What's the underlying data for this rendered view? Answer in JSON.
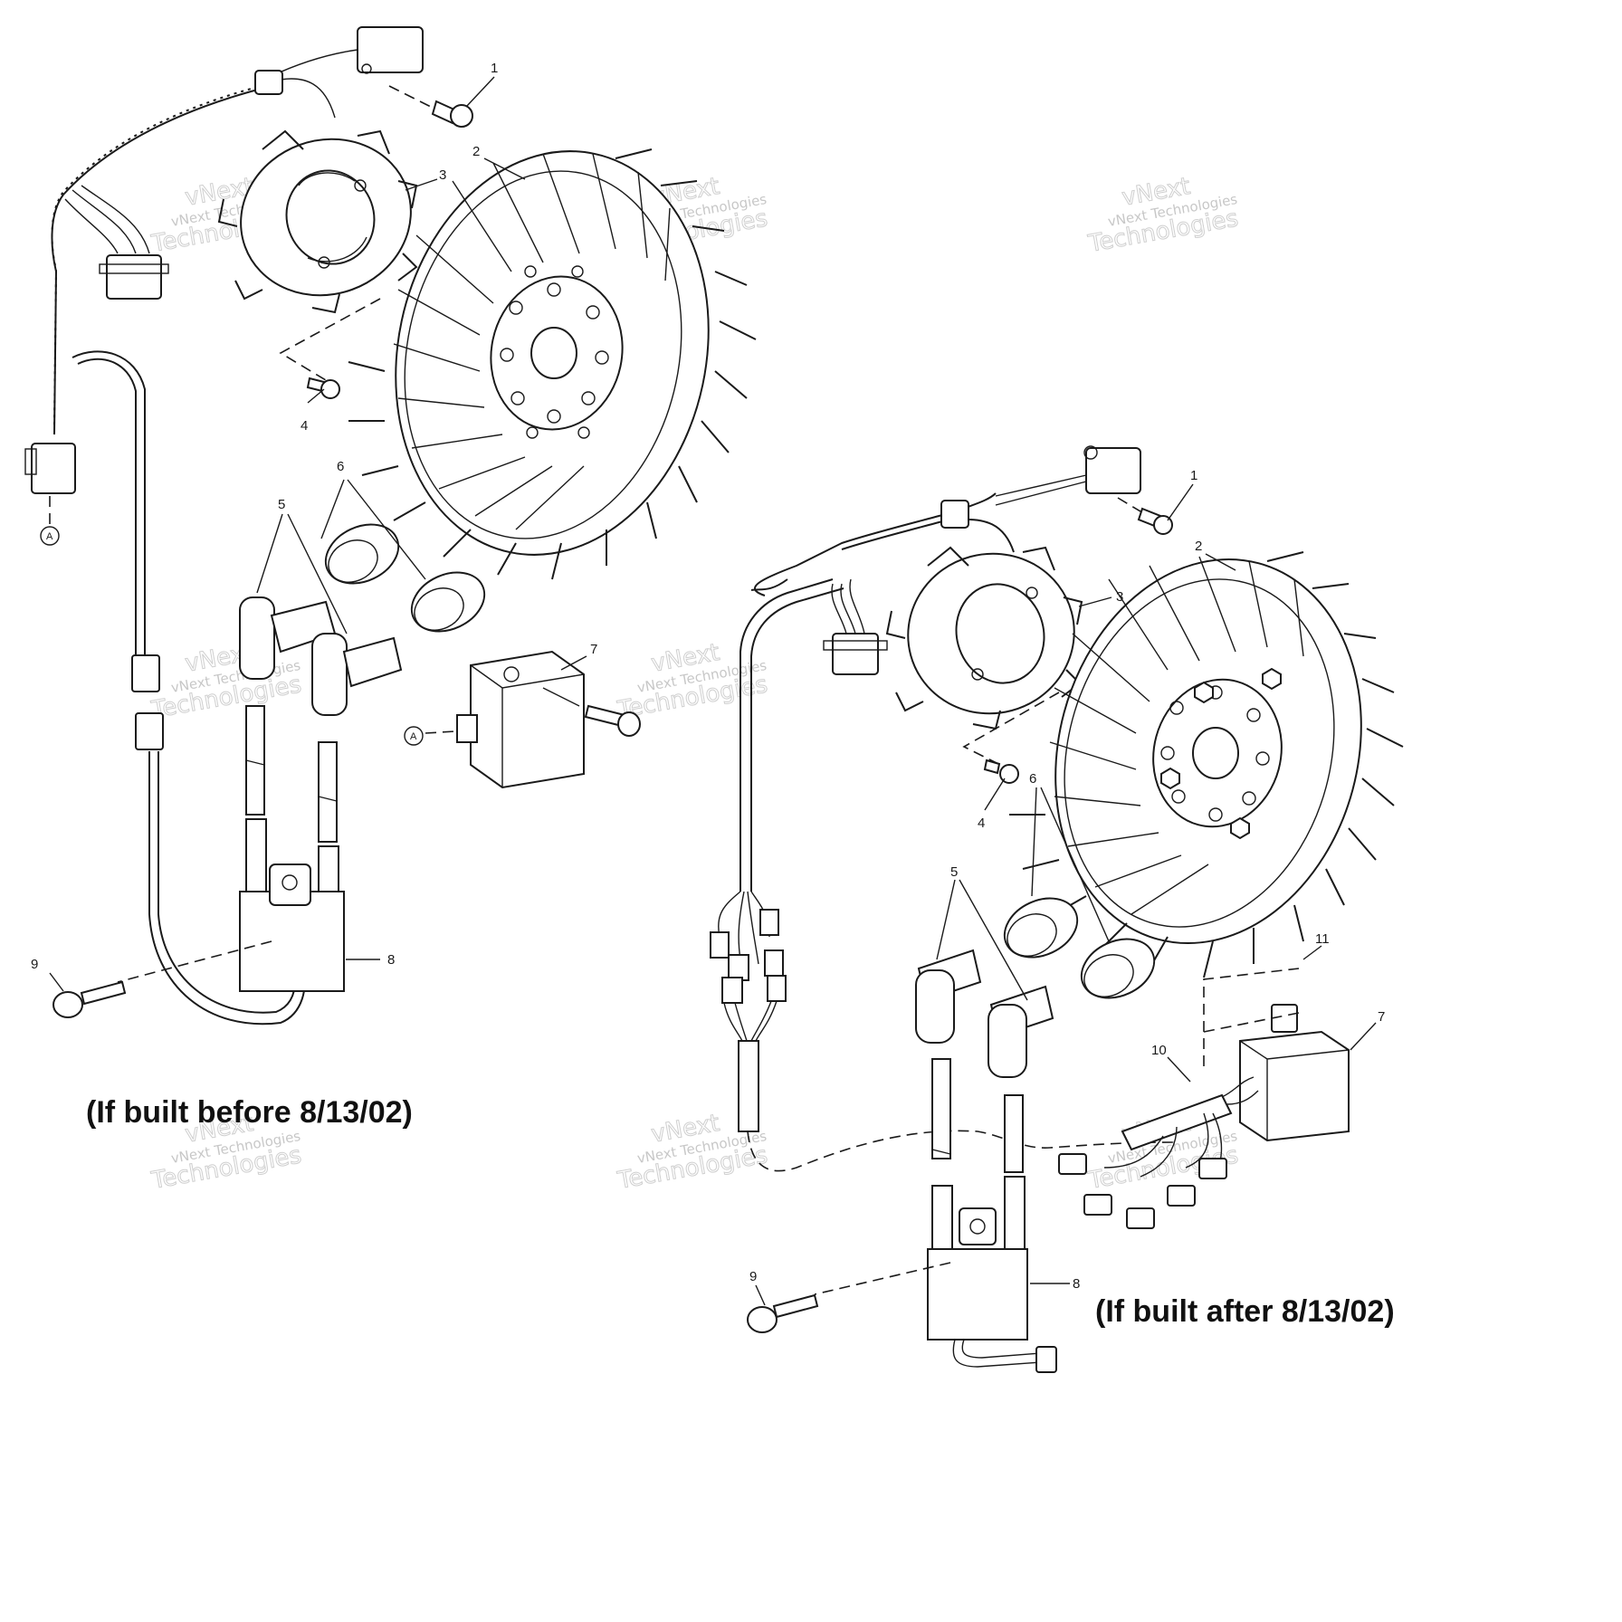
{
  "captions": {
    "before": "(If built before 8/13/02)",
    "after": "(If built after 8/13/02)"
  },
  "watermark": {
    "line1": "vNext Technologies",
    "line2": "vNext",
    "line3": "Technologies"
  },
  "reference_mark": "A",
  "callouts_left": {
    "c1": "1",
    "c2": "2",
    "c3": "3",
    "c4": "4",
    "c5": "5",
    "c6": "6",
    "c7": "7",
    "c8": "8",
    "c9": "9"
  },
  "callouts_right": {
    "c1": "1",
    "c2": "2",
    "c3": "3",
    "c4": "4",
    "c5": "5",
    "c6": "6",
    "c7": "7",
    "c8": "8",
    "c9": "9",
    "c10": "10",
    "c11": "11"
  },
  "colors": {
    "ink": "#1a1a1a",
    "watermark": "#9a9a9a",
    "background": "#ffffff"
  }
}
